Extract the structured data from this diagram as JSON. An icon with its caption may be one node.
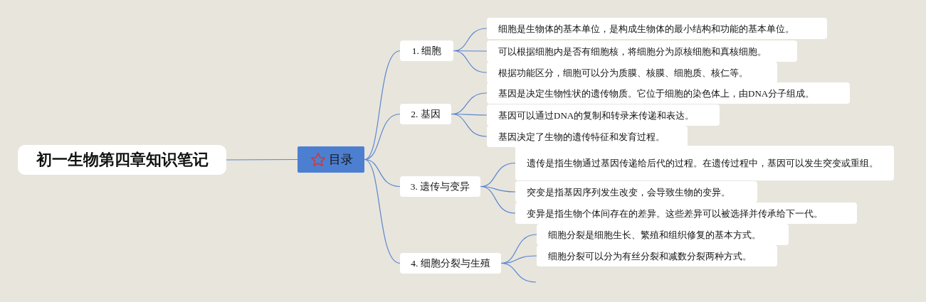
{
  "diagram": {
    "nodes": [
      {
        "text": [
          "初一生物第四章知识笔记"
        ]
      },
      {
        "text": [
          "目录"
        ]
      },
      {
        "text": [
          "1. 细胞"
        ]
      },
      {
        "text": [
          "细胞是生物体的基本单位，是构成生物体的最小结构和功能的基本单位。"
        ]
      },
      {
        "text": [
          "可以根据细胞内是否有细胞核，将细胞分为原核细胞和真核细胞。"
        ]
      },
      {
        "text": [
          "根据功能区分，细胞可以分为质膜、核膜、细胞质、核仁等。"
        ]
      },
      {
        "text": [
          "2. 基因"
        ]
      },
      {
        "text": [
          "基因是决定生物性状的遗传物质。它位于细胞的染色体上，由DNA分子组成。"
        ]
      },
      {
        "text": [
          "基因可以通过DNA的复制和转录来传递和表达。"
        ]
      },
      {
        "text": [
          "基因决定了生物的遗传特征和发育过程。"
        ]
      },
      {
        "text": [
          "3. 遗传与变异"
        ]
      },
      {
        "text": [
          "遗传是指生物通过基因传递给后代的过程。在遗传过程中，基因可以发生突变或重组。"
        ]
      },
      {
        "text": [
          "突变是指基因序列发生改变，会导致生物的变异。"
        ]
      },
      {
        "text": [
          "变异是指生物个体间存在的差异。这些差异可以被选择并传承给下一代。"
        ]
      },
      {
        "text": [
          "4. 细胞分裂与生殖"
        ]
      },
      {
        "text": [
          "细胞分裂是细胞生长、繁殖和组织修复的基本方式。"
        ]
      },
      {
        "text": [
          "细胞分裂可以分为有丝分裂和减数分裂两种方式。"
        ]
      }
    ],
    "edges": [
      {
        "from": 0,
        "to": 1,
        "arrow": "none"
      },
      {
        "from": 1,
        "to": 2,
        "arrow": "none"
      },
      {
        "from": 1,
        "to": 6,
        "arrow": "none"
      },
      {
        "from": 1,
        "to": 10,
        "arrow": "none"
      },
      {
        "from": 1,
        "to": 14,
        "arrow": "none"
      },
      {
        "from": 2,
        "to": 3,
        "arrow": "none"
      },
      {
        "from": 2,
        "to": 4,
        "arrow": "none"
      },
      {
        "from": 2,
        "to": 5,
        "arrow": "none"
      },
      {
        "from": 6,
        "to": 7,
        "arrow": "none"
      },
      {
        "from": 6,
        "to": 8,
        "arrow": "none"
      },
      {
        "from": 6,
        "to": 9,
        "arrow": "none"
      },
      {
        "from": 10,
        "to": 11,
        "arrow": "none"
      },
      {
        "from": 10,
        "to": 12,
        "arrow": "none"
      },
      {
        "from": 10,
        "to": 13,
        "arrow": "none"
      },
      {
        "from": 14,
        "to": 15,
        "arrow": "none"
      },
      {
        "from": 14,
        "to": 16,
        "arrow": "none"
      },
      {
        "from": 14,
        "to": null,
        "arrow": "none"
      }
    ]
  }
}
